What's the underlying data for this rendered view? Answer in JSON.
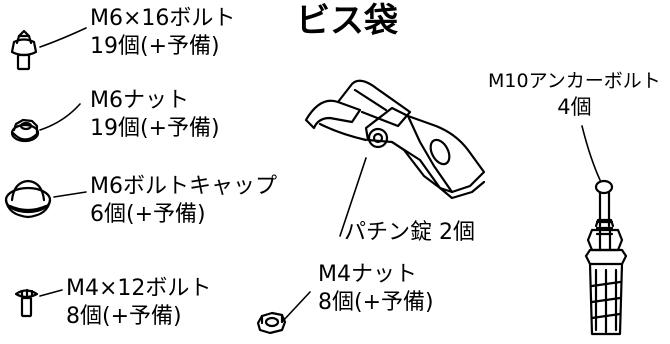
{
  "title": "ビス袋",
  "parts": [
    {
      "name": "M6×16ボルト",
      "qty": "19個(+予備)"
    },
    {
      "name": "M6ナット",
      "qty": "19個(+予備)"
    },
    {
      "name": "M6ボルトキャップ",
      "qty": "6個(+予備)"
    },
    {
      "name": "M4×12ボルト",
      "qty": "8個(+予備)"
    },
    {
      "name": "M4ナット",
      "qty": "8個(+予備)"
    },
    {
      "name": "パチン錠 2個",
      "qty": ""
    },
    {
      "name": "M10アンカーボルト",
      "qty": "4個"
    }
  ]
}
